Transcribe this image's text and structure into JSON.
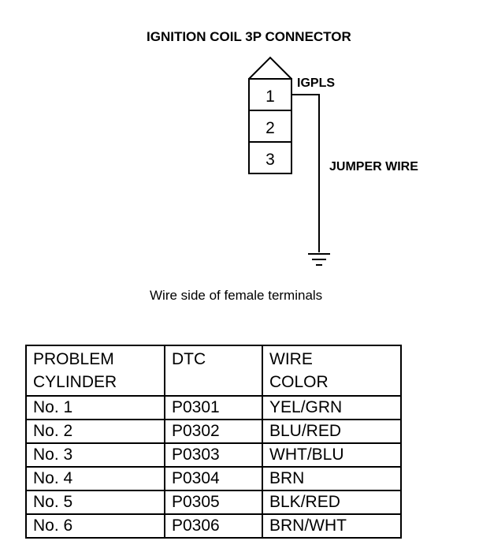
{
  "title": "IGNITION COIL 3P CONNECTOR",
  "connector": {
    "pins": [
      "1",
      "2",
      "3"
    ],
    "signal_label": "IGPLS",
    "jumper_label": "JUMPER WIRE"
  },
  "caption": "Wire side of female terminals",
  "table": {
    "headers": [
      [
        "PROBLEM",
        "CYLINDER"
      ],
      [
        "DTC"
      ],
      [
        "WIRE",
        "COLOR"
      ]
    ],
    "rows": [
      [
        "No. 1",
        "P0301",
        "YEL/GRN"
      ],
      [
        "No. 2",
        "P0302",
        "BLU/RED"
      ],
      [
        "No. 3",
        "P0303",
        "WHT/BLU"
      ],
      [
        "No. 4",
        "P0304",
        "BRN"
      ],
      [
        "No. 5",
        "P0305",
        "BLK/RED"
      ],
      [
        "No. 6",
        "P0306",
        "BRN/WHT"
      ]
    ]
  }
}
